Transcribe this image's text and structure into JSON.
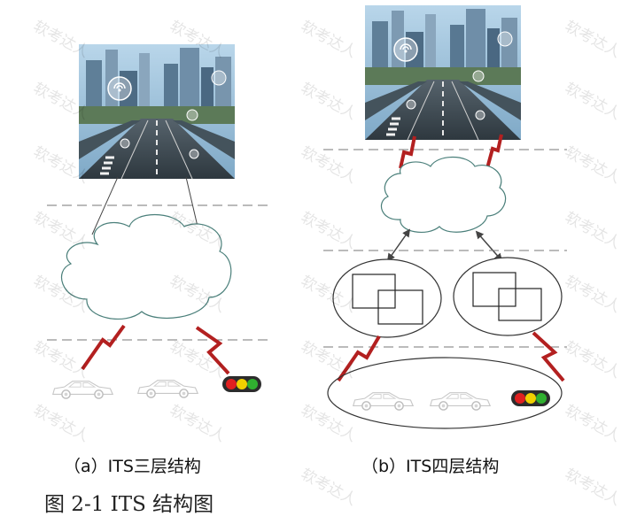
{
  "figure": {
    "title": "图 2-1 ITS 结构图",
    "watermark": "软考达人",
    "captions": {
      "three_layer": "（a）ITS三层结构",
      "four_layer": "（b）ITS四层结构"
    }
  },
  "colors": {
    "cloud_stroke": "#4a7f7a",
    "wireless_link": "#b32020",
    "dashed_line": "#777777",
    "traffic_red": "#e02020",
    "traffic_yellow": "#f0d000",
    "traffic_green": "#30b030",
    "sky": "#9ec3dc",
    "road": "#3e4a52"
  },
  "icons": {
    "city": "city-photo",
    "cloud": "cloud-shape",
    "car": "car-icon",
    "traffic_light": "traffic-light-icon",
    "wifi": "wifi-icon",
    "link": "wireless-link-icon"
  }
}
